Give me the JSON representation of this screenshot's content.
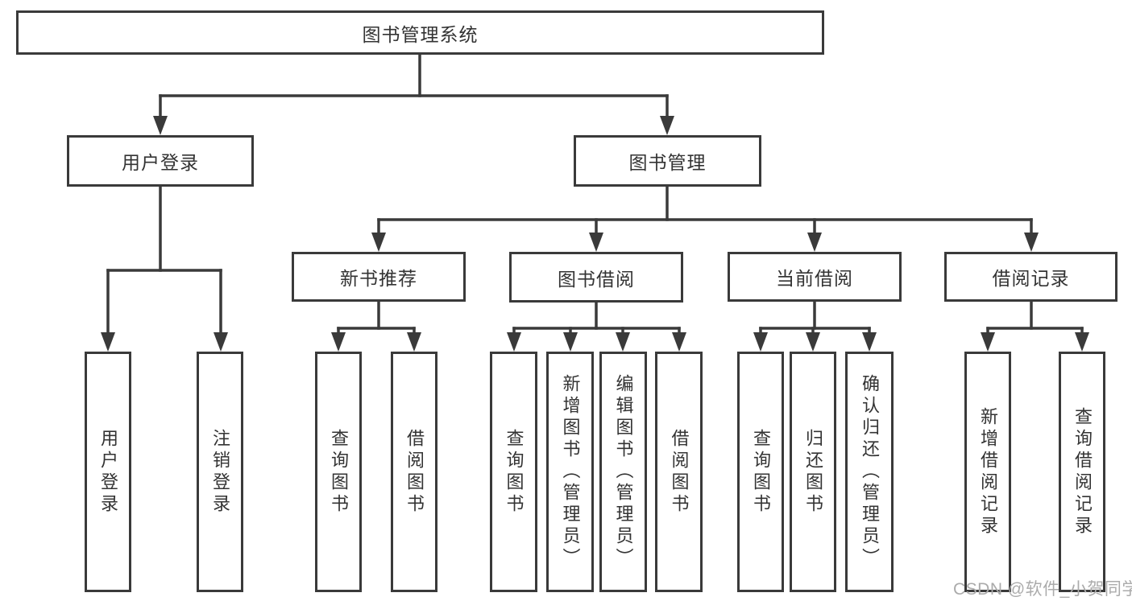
{
  "diagram": {
    "title": "图书管理系统",
    "branches": {
      "user_login": {
        "label": "用户登录",
        "children": {
          "login": "用户登录",
          "logout": "注销登录"
        }
      },
      "book_mgmt": {
        "label": "图书管理",
        "children": {
          "new_book": {
            "label": "新书推荐",
            "children": {
              "query": "查询图书",
              "borrow": "借阅图书"
            }
          },
          "borrowing": {
            "label": "图书借阅",
            "children": {
              "query": "查询图书",
              "add": "新增图书（管理员）",
              "edit": "编辑图书（管理员）",
              "borrow": "借阅图书"
            }
          },
          "current": {
            "label": "当前借阅",
            "children": {
              "query": "查询图书",
              "return": "归还图书",
              "confirm": "确认归还（管理员）"
            }
          },
          "records": {
            "label": "借阅记录",
            "children": {
              "add": "新增借阅记录",
              "query": "查询借阅记录"
            }
          }
        }
      }
    }
  },
  "watermark": {
    "text": "CSDN @软件_小贺同学"
  },
  "colors": {
    "line": "#3a3a3a",
    "text": "#333333",
    "background": "#ffffff",
    "watermark": "#ababab"
  }
}
